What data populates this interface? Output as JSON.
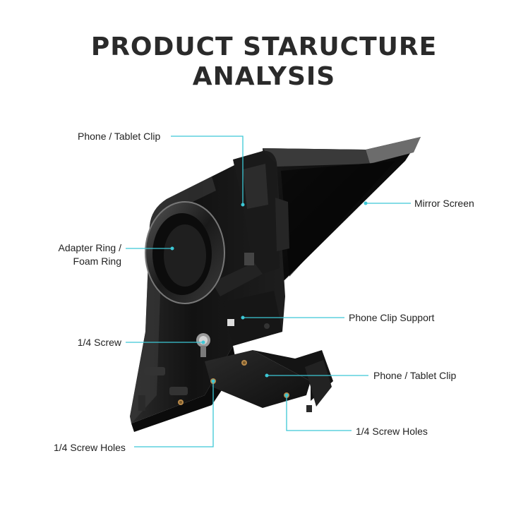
{
  "title": {
    "line1": "PRODUCT STARUCTURE",
    "line2": "ANALYSIS"
  },
  "labels": {
    "phone_tablet_clip_top": "Phone / Tablet Clip",
    "mirror_screen": "Mirror Screen",
    "adapter_ring_line1": "Adapter Ring /",
    "adapter_ring_line2": "Foam Ring",
    "phone_clip_support": "Phone Clip Support",
    "screw": "1/4 Screw",
    "phone_tablet_clip_bottom": "Phone / Tablet Clip",
    "screw_holes_right": "1/4 Screw Holes",
    "screw_holes_left": "1/4 Screw Holes"
  },
  "colors": {
    "leader_line": "#3cc8d6",
    "title": "#2a2a2a",
    "product_body": "#111111"
  }
}
